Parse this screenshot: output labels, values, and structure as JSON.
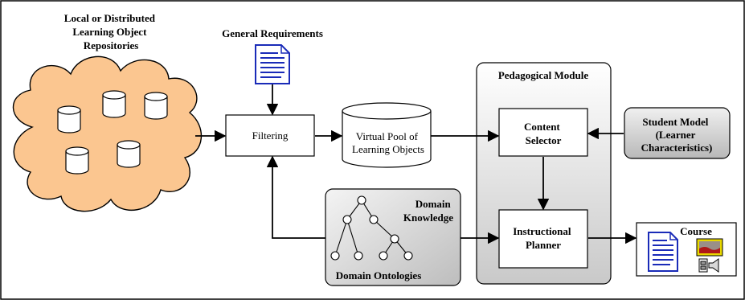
{
  "repositories": {
    "label_lines": [
      "Local or Distributed",
      "Learning Object",
      "Repositories"
    ],
    "cloud_color": "#fbc690",
    "icon": "database-cylinder-icon"
  },
  "general_requirements": {
    "label": "General Requirements",
    "icon": "document-icon"
  },
  "filtering": {
    "label": "Filtering"
  },
  "virtual_pool": {
    "label_lines": [
      "Virtual Pool of",
      "Learning Objects"
    ]
  },
  "pedagogical_module": {
    "title": "Pedagogical Module"
  },
  "content_selector": {
    "label_lines": [
      "Content",
      "Selector"
    ]
  },
  "instructional_planner": {
    "label_lines": [
      "Instructional",
      "Planner"
    ]
  },
  "student_model": {
    "label_lines": [
      "Student Model",
      "(Learner",
      "Characteristics)"
    ]
  },
  "domain": {
    "knowledge_lines": [
      "Domain",
      "Knowledge"
    ],
    "ontologies_label": "Domain Ontologies",
    "icon": "tree-graph-icon"
  },
  "course": {
    "label": "Course",
    "icons": [
      "document-icon",
      "image-icon",
      "video-icon"
    ]
  },
  "colors": {
    "document_blue": "#1a2bb8",
    "image_frame": "#e8d800",
    "image_sky": "#9a8f88",
    "image_ground": "#b01818"
  }
}
